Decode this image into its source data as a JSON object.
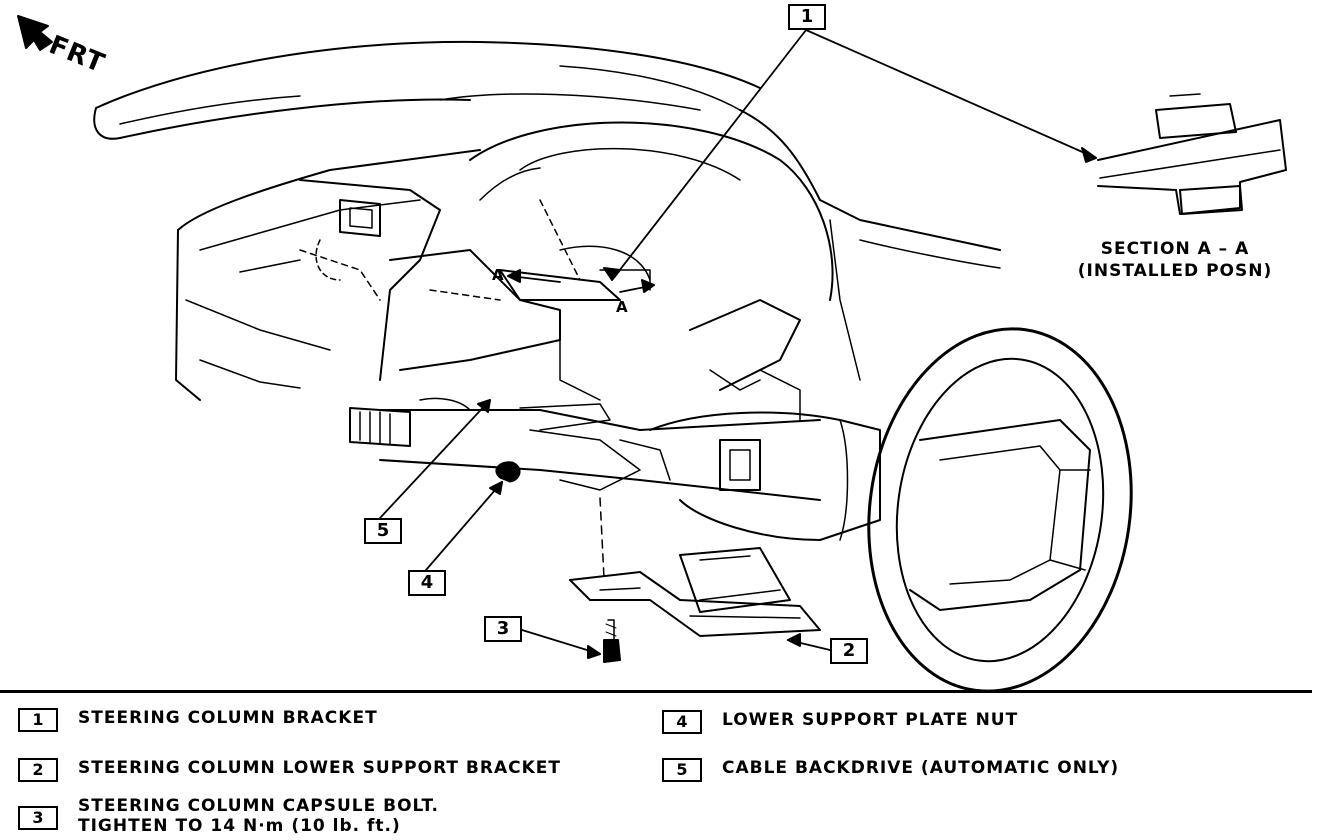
{
  "orientation": {
    "label": "FRT"
  },
  "section": {
    "title": "SECTION A – A",
    "subtitle": "(INSTALLED POSN)",
    "marker": "A"
  },
  "callouts": [
    "1",
    "2",
    "3",
    "4",
    "5"
  ],
  "legend": [
    {
      "num": "1",
      "lines": [
        "STEERING COLUMN BRACKET"
      ]
    },
    {
      "num": "2",
      "lines": [
        "STEERING COLUMN LOWER SUPPORT BRACKET"
      ]
    },
    {
      "num": "3",
      "lines": [
        "STEERING COLUMN CAPSULE BOLT.",
        "TIGHTEN TO 14 N·m (10 lb. ft.)"
      ]
    },
    {
      "num": "4",
      "lines": [
        "LOWER SUPPORT PLATE NUT"
      ]
    },
    {
      "num": "5",
      "lines": [
        "CABLE BACKDRIVE (AUTOMATIC ONLY)"
      ]
    }
  ]
}
